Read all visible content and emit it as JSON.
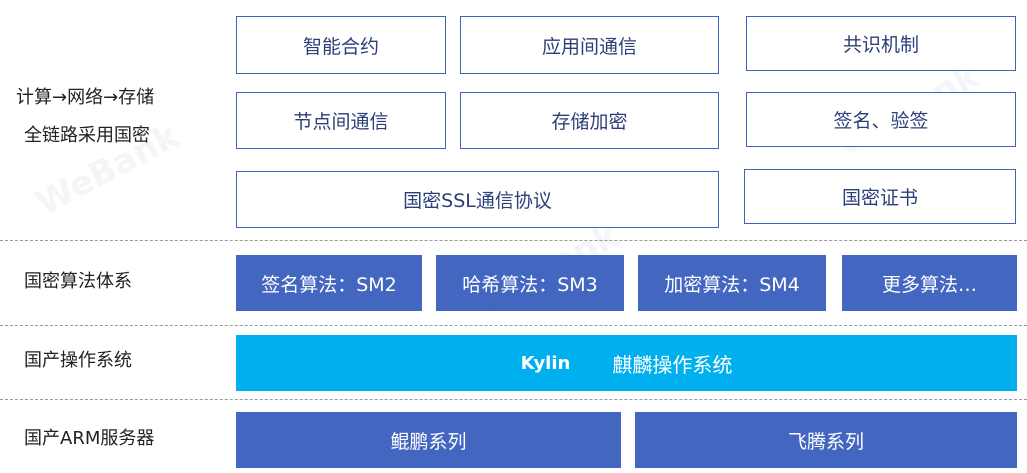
{
  "labels": {
    "crypto_chain_line1": "计算→网络→存储",
    "crypto_chain_line2": "全链路采用国密",
    "algo_system": "国密算法体系",
    "os": "国产操作系统",
    "server": "国产ARM服务器"
  },
  "top": {
    "smart_contract": "智能合约",
    "app_comm": "应用间通信",
    "consensus": "共识机制",
    "node_comm": "节点间通信",
    "storage_enc": "存储加密",
    "sign_verify": "签名、验签",
    "ssl": "国密SSL通信协议",
    "cert": "国密证书"
  },
  "algos": {
    "sm2": "签名算法：SM2",
    "sm3": "哈希算法：SM3",
    "sm4": "加密算法：SM4",
    "more": "更多算法…"
  },
  "os": {
    "brand": "Kylin",
    "name": "麒麟操作系统"
  },
  "servers": {
    "kunpeng": "鲲鹏系列",
    "feiteng": "飞腾系列"
  },
  "colors": {
    "outline_border": "#3f63b8",
    "solid_blue": "#4366c1",
    "os_cyan": "#00b0ee"
  }
}
